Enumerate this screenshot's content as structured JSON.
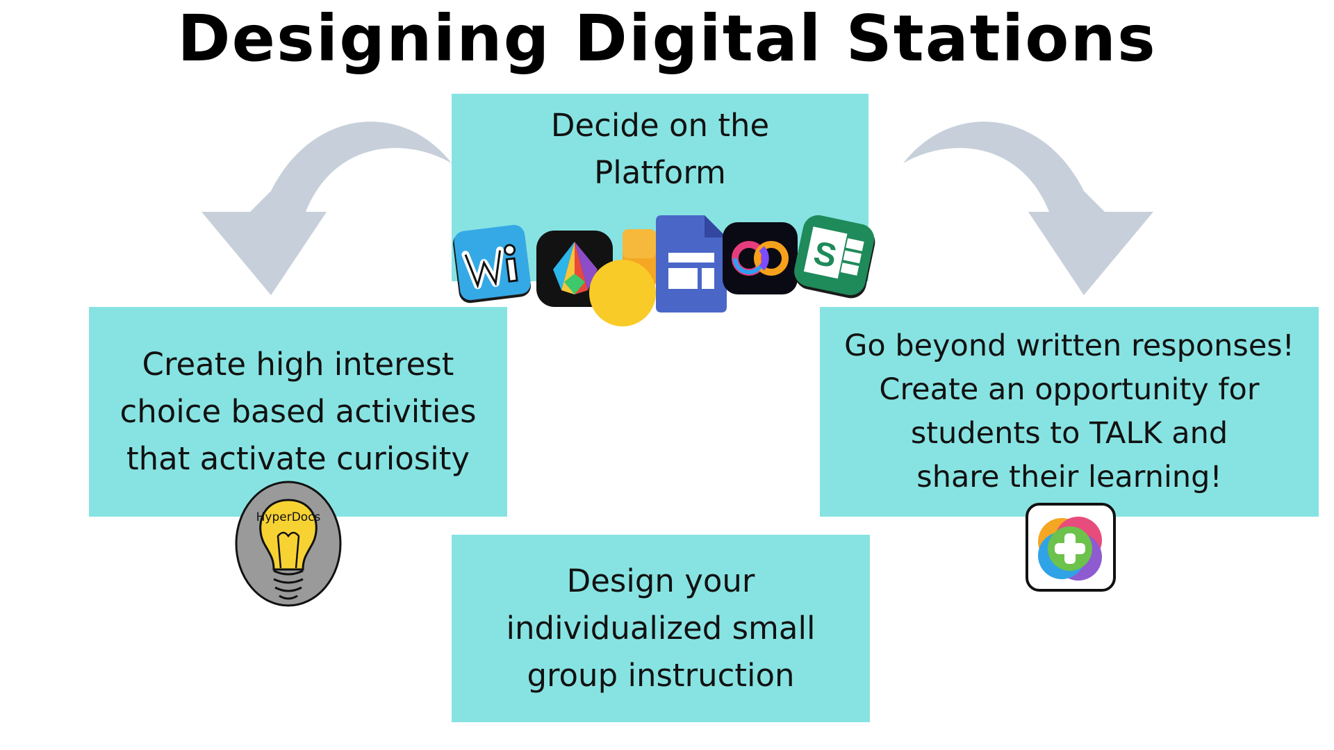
{
  "title": "Designing Digital Stations",
  "boxes": {
    "platform": "Decide on the\nPlatform",
    "activities": "Create high interest\nchoice based activities\nthat activate curiosity",
    "talk": "Go beyond written responses!\nCreate an opportunity for\nstudents to TALK and\nshare their learning!",
    "instruction": "Design your\nindividualized small\ngroup instruction"
  },
  "icons": {
    "wizer": "wizer-icon",
    "pear": "pear-deck-icon",
    "slides": "google-slides-icon",
    "sites": "google-sites-icon",
    "adobe": "adobe-creative-cloud-icon",
    "sway": "microsoft-sway-icon",
    "hyperdocs": "HyperDocs",
    "flipgrid": "flipgrid-icon"
  },
  "colors": {
    "box": "#87E3E2",
    "arrow": "#C7D0DA"
  }
}
